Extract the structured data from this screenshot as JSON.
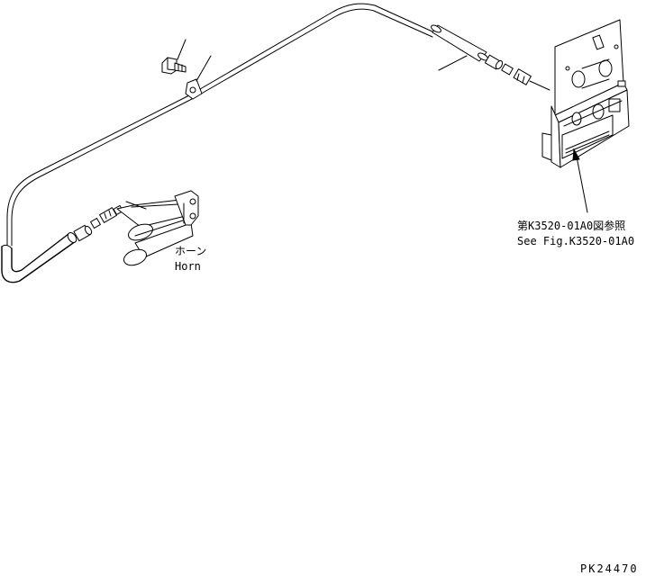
{
  "labels": {
    "horn_jp": "ホーン",
    "horn_en": "Horn",
    "ref_jp": "第K3520-01A0図参照",
    "ref_en": "See Fig.K3520-01A0",
    "drawing_code": "PK24470"
  },
  "icons": [
    "horn-icon",
    "air-tube",
    "elbow-hose",
    "bolt-icon",
    "clamp-icon",
    "connector-fittings",
    "bracket-panel",
    "leader-arrow"
  ]
}
